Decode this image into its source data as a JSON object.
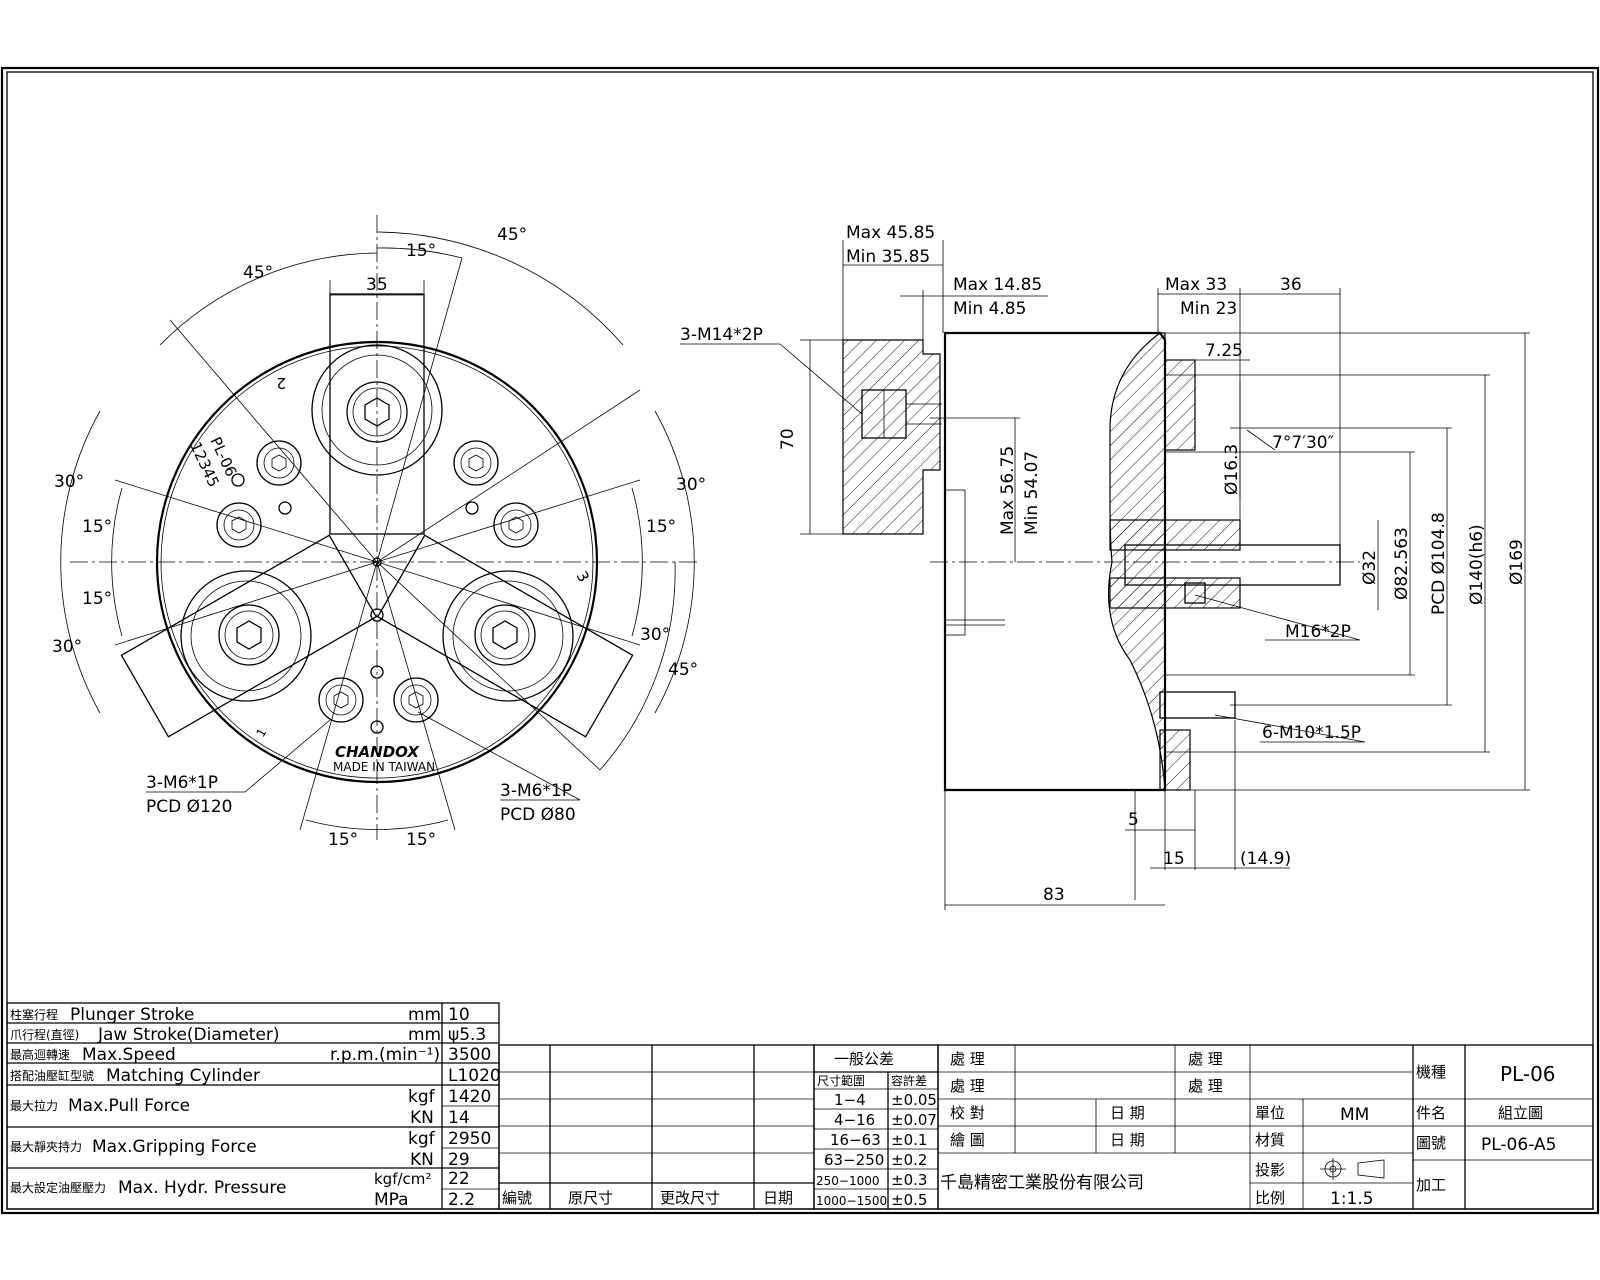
{
  "front_view": {
    "dims": {
      "d35": "35",
      "a15_top": "15°",
      "a45_left": "45°",
      "a45_right": "45°",
      "a30_ul": "30°",
      "a15_ul": "15°",
      "a15_ll": "15°",
      "a30_ll": "30°",
      "a30_ur": "30°",
      "a15_ur": "15°",
      "a30_lr": "30°",
      "a45_lr": "45°",
      "a15_bl": "15°",
      "a15_br": "15°"
    },
    "callouts": {
      "m6_left": "3-M6*1P",
      "pcd120": "PCD Ø120",
      "m6_right": "3-M6*1P",
      "pcd80": "PCD Ø80"
    },
    "engraving": {
      "brand": "CHANDOX",
      "made": "MADE IN TAIWAN",
      "model": "PL-06",
      "serial": "12345",
      "jaw1": "1",
      "jaw2": "2",
      "jaw3": "3"
    }
  },
  "side_view": {
    "dims": {
      "max4585": "Max 45.85",
      "min3585": "Min 35.85",
      "max1485": "Max 14.85",
      "min485": "Min  4.85",
      "max33": "Max 33",
      "min23": "Min 23",
      "d36": "36",
      "d725": "7.25",
      "angle": "7°7′30″",
      "d70": "70",
      "max5675": "Max 56.75",
      "min5407": "Min 54.07",
      "phi163": "Ø16.3",
      "phi32": "Ø32",
      "phi82563": "Ø82.563",
      "pcd1048": "PCD Ø104.8",
      "phi140": "Ø140(h6)",
      "phi169": "Ø169",
      "d5": "5",
      "d15": "15",
      "d149": "(14.9)",
      "d83": "83"
    },
    "callouts": {
      "m14": "3-M14*2P",
      "m16": "M16*2P",
      "m10": "6-M10*1.5P"
    }
  },
  "spec_table": {
    "rows": [
      {
        "zh": "柱塞行程",
        "en": "Plunger Stroke",
        "unit": "mm",
        "value": "10"
      },
      {
        "zh": "爪行程(直徑)",
        "en": "Jaw Stroke(Diameter)",
        "unit": "mm",
        "value": "ψ5.3"
      },
      {
        "zh": "最高迴轉速",
        "en": "Max.Speed",
        "unit": "r.p.m.(min⁻¹)",
        "value": "3500"
      },
      {
        "zh": "搭配油壓缸型號",
        "en": "Matching Cylinder",
        "unit": "",
        "value": "L1020"
      },
      {
        "zh": "最大拉力",
        "en": "Max.Pull Force",
        "unit": "kgf",
        "value": "1420",
        "unit2": "KN",
        "value2": "14"
      },
      {
        "zh": "最大靜夾持力",
        "en": "Max.Gripping Force",
        "unit": "kgf",
        "value": "2950",
        "unit2": "KN",
        "value2": "29"
      },
      {
        "zh": "最大設定油壓壓力",
        "en": "Max. Hydr. Pressure",
        "unit": "kgf/cm²",
        "value": "22",
        "unit2": "MPa",
        "value2": "2.2"
      }
    ]
  },
  "revision_table": {
    "headers": [
      "編號",
      "原尺寸",
      "更改尺寸",
      "日期"
    ]
  },
  "tolerance_table": {
    "title": "一般公差",
    "col_range": "尺寸範圍",
    "col_tol": "容許差",
    "rows": [
      {
        "range": "1−4",
        "tol": "±0.05"
      },
      {
        "range": "4−16",
        "tol": "±0.07"
      },
      {
        "range": "16−63",
        "tol": "±0.1"
      },
      {
        "range": "63−250",
        "tol": "±0.2"
      },
      {
        "range": "250−1000",
        "tol": "±0.3"
      },
      {
        "range": "1000−1500",
        "tol": "±0.5"
      }
    ]
  },
  "title_block": {
    "approve1": "處 理",
    "approve2": "處 理",
    "approve3": "處 理",
    "approve4": "處 理",
    "check": "校 對",
    "draw": "繪 圖",
    "date1": "日 期",
    "date2": "日 期",
    "unit_label": "單位",
    "unit_value": "MM",
    "material_label": "材質",
    "projection_label": "投影",
    "scale_label": "比例",
    "scale_value": "1:1.5",
    "company": "千島精密工業股份有限公司",
    "model_label": "機種",
    "model_value": "PL-06",
    "part_label": "件名",
    "part_value": "組立圖",
    "drawing_label": "圖號",
    "drawing_value": "PL-06-A5",
    "process_label": "加工"
  }
}
